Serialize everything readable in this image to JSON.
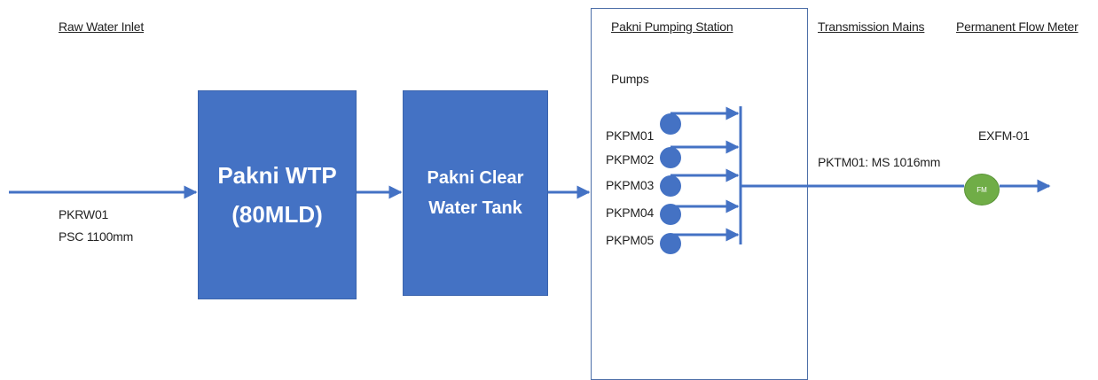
{
  "headers": {
    "raw_water_inlet": "Raw Water Inlet",
    "pumping_station": "Pakni Pumping Station",
    "transmission_mains": "Transmission Mains",
    "flow_meter": "Permanent Flow Meter"
  },
  "inlet": {
    "id": "PKRW01",
    "pipe": "PSC 1100mm"
  },
  "wtp": {
    "line1": "Pakni WTP",
    "line2": "(80MLD)"
  },
  "clear_water_tank": {
    "line1": "Pakni Clear",
    "line2": "Water Tank"
  },
  "pumps_label": "Pumps",
  "pumps": [
    "PKPM01",
    "PKPM02",
    "PKPM03",
    "PKPM04",
    "PKPM05"
  ],
  "transmission": {
    "label": "PKTM01: MS 1016mm"
  },
  "flow_meter": {
    "id": "EXFM-01",
    "symbol": "FM"
  },
  "colors": {
    "process_box": "#4472c4",
    "flow_line": "#4472c4",
    "flow_meter": "#70ad47"
  }
}
